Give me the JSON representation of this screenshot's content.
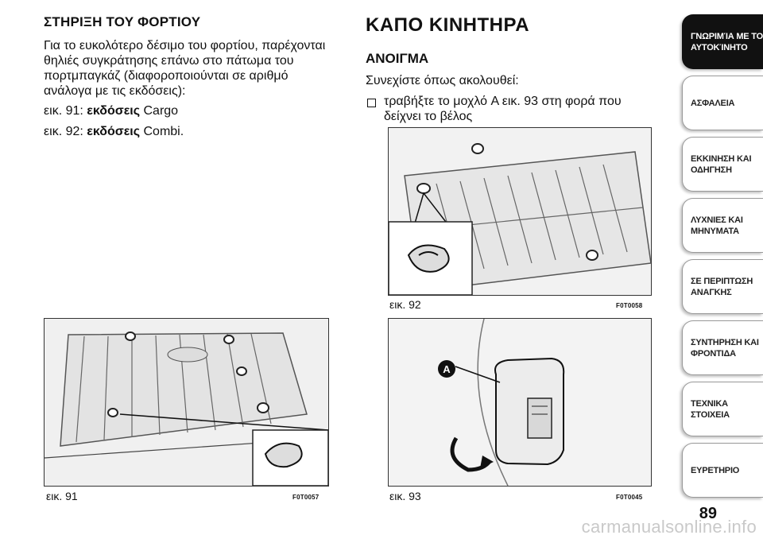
{
  "left": {
    "heading": "ΣΤΗΡΙΞΗ ΤΟΥ ΦΟΡΤΙΟΥ",
    "paragraph": "Για το ευκολότερο δέσιμο του φορτίου, παρέχονται θηλιές συγκράτησης επάνω στο πάτωμα του πορτμπαγκάζ (διαφοροποιούνται σε αριθμό ανάλογα με τις εκδόσεις):",
    "refs": [
      {
        "fig": "εικ. 91:",
        "label": "εκδόσεις",
        "value": "Cargo"
      },
      {
        "fig": "εικ. 92:",
        "label": "εκδόσεις",
        "value": "Combi."
      }
    ]
  },
  "middle": {
    "title": "ΚΑΠΟ ΚΙΝΗΤΗΡΑ",
    "subtitle": "ΑΝΟΙΓΜΑ",
    "intro": "Συνεχίστε όπως ακολουθεί:",
    "bullet": "τραβήξτε το μοχλό A εικ. 93 στη φορά που δείχνει το βέλος"
  },
  "figures": [
    {
      "caption": "εικ. 91",
      "code": "F0T0057"
    },
    {
      "caption": "εικ. 92",
      "code": "F0T0058"
    },
    {
      "caption": "εικ. 93",
      "code": "F0T0045",
      "marker": "A"
    }
  ],
  "tabs": [
    {
      "label": "ΓΝΩΡΙΜΊΑ ΜΕ ΤΟ ΑΥΤΟΚΊΝΗΤΟ",
      "active": true
    },
    {
      "label": "ΑΣΦΑΛΕΙΑ"
    },
    {
      "label": "ΕΚΚΙΝΗΣΗ ΚΑΙ ΟΔΗΓΗΣΗ"
    },
    {
      "label": "ΛΥΧΝΙΕΣ ΚΑΙ ΜΗΝΥΜΑΤΑ"
    },
    {
      "label": "ΣΕ ΠΕΡΙΠΤΩΣΗ ΑΝΑΓΚΗΣ"
    },
    {
      "label": "ΣΥΝΤΗΡΗΣΗ ΚΑΙ ΦΡΟΝΤΙΔΑ"
    },
    {
      "label": "ΤΕΧΝΙΚΑ ΣΤΟΙΧΕΙΑ"
    },
    {
      "label": "ΕΥΡΕΤΗΡΙΟ"
    }
  ],
  "page_number": "89",
  "watermark": "carmanualsonline.info"
}
